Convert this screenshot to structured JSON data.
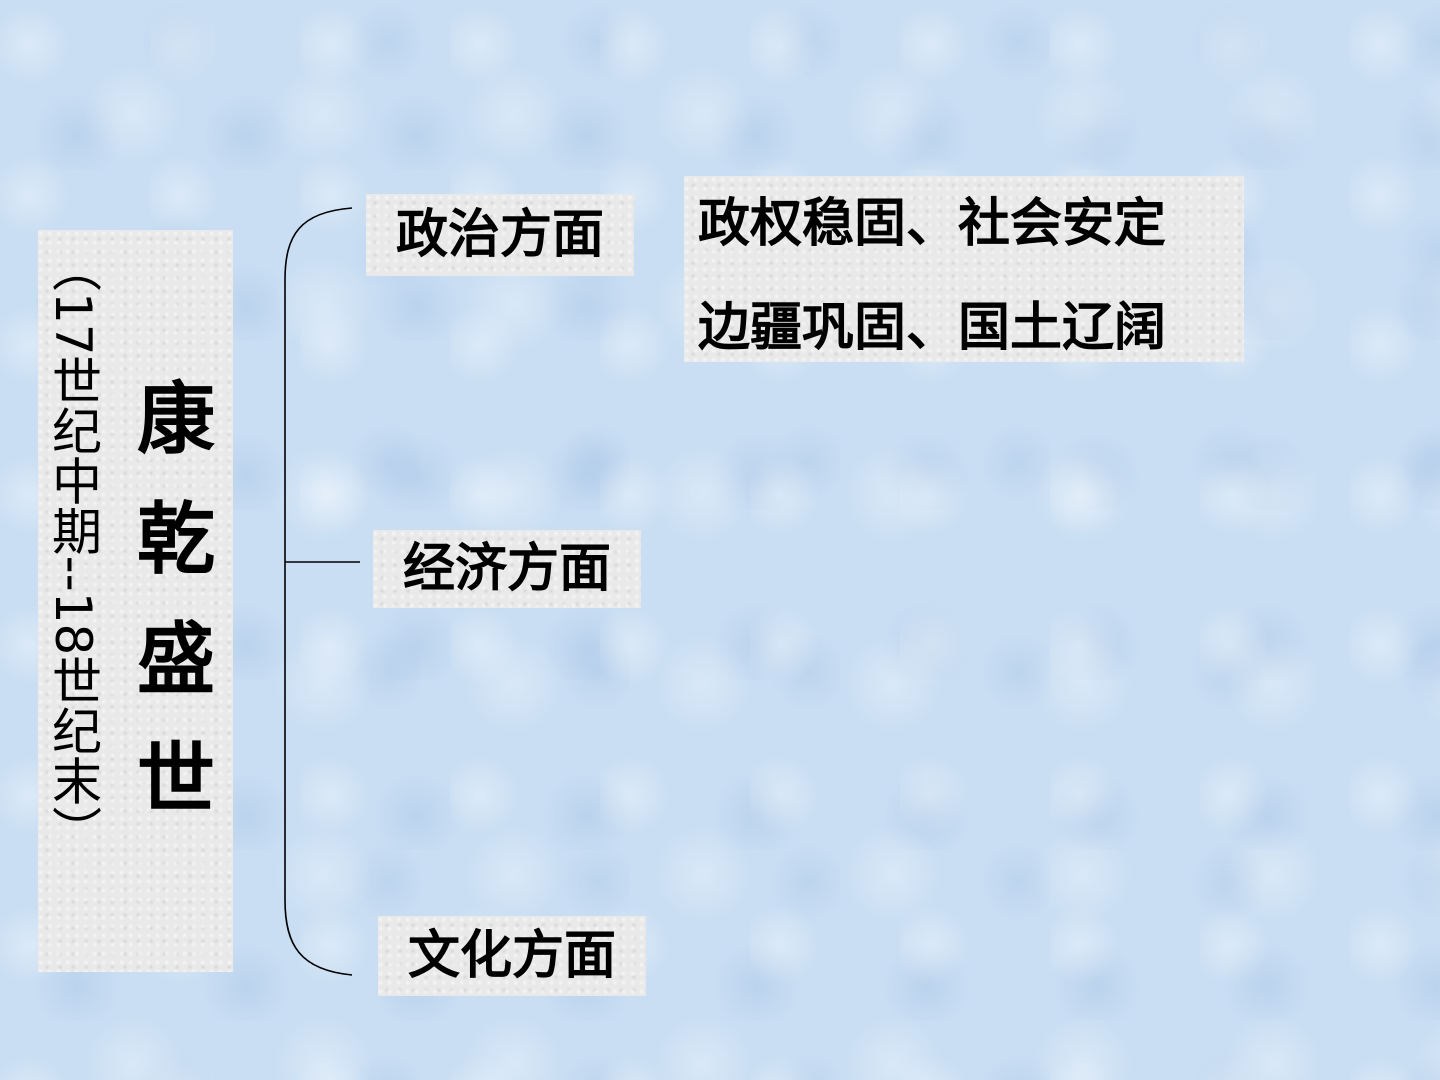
{
  "title": {
    "chars": [
      "康",
      "乾",
      "盛",
      "世"
    ],
    "period": "（17世纪中期--18世纪末）"
  },
  "branches": {
    "politics": {
      "label": "政治方面",
      "details": [
        "政权稳固、社会安定",
        "边疆巩固、国土辽阔"
      ]
    },
    "economy": {
      "label": "经济方面"
    },
    "culture": {
      "label": "文化方面"
    }
  },
  "colors": {
    "background": "#c9def3",
    "box": "#e9e9e9",
    "text": "#000000",
    "line": "#000000"
  }
}
